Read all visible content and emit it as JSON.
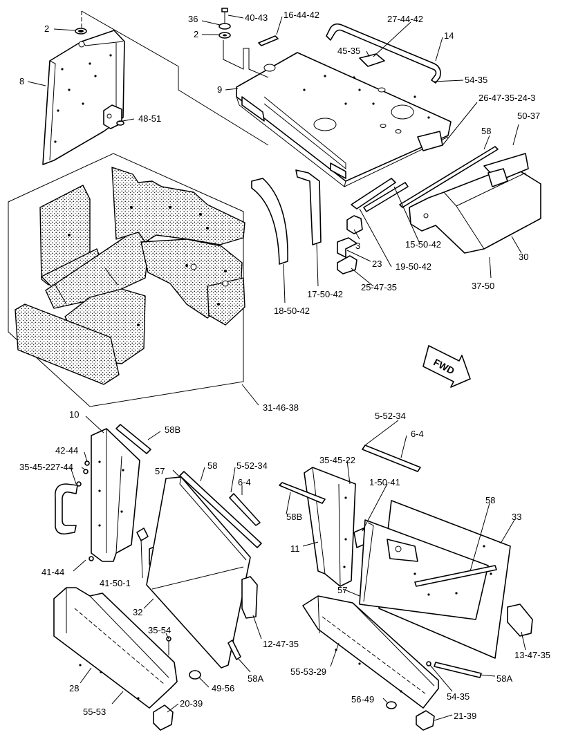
{
  "callouts": [
    {
      "id": "c1",
      "text": "2"
    },
    {
      "id": "c2",
      "text": "36"
    },
    {
      "id": "c3",
      "text": "2"
    },
    {
      "id": "c4",
      "text": "40-43"
    },
    {
      "id": "c5",
      "text": "16-44-42"
    },
    {
      "id": "c6",
      "text": "27-44-42"
    },
    {
      "id": "c7",
      "text": "14"
    },
    {
      "id": "c8",
      "text": "45-35"
    },
    {
      "id": "c9",
      "text": "8"
    },
    {
      "id": "c10",
      "text": "9"
    },
    {
      "id": "c11",
      "text": "54-35"
    },
    {
      "id": "c12",
      "text": "26-47-35-24-3"
    },
    {
      "id": "c13",
      "text": "50-37"
    },
    {
      "id": "c14",
      "text": "48-51"
    },
    {
      "id": "c15",
      "text": "58"
    },
    {
      "id": "c16",
      "text": "3"
    },
    {
      "id": "c17",
      "text": "15-50-42"
    },
    {
      "id": "c18",
      "text": "23"
    },
    {
      "id": "c19",
      "text": "19-50-42"
    },
    {
      "id": "c20",
      "text": "30"
    },
    {
      "id": "c21",
      "text": "25-47-35"
    },
    {
      "id": "c22",
      "text": "37-50"
    },
    {
      "id": "c23",
      "text": "17-50-42"
    },
    {
      "id": "c24",
      "text": "18-50-42"
    },
    {
      "id": "c25",
      "text": "31-46-38"
    },
    {
      "id": "c26",
      "text": "10"
    },
    {
      "id": "c27",
      "text": "5-52-34"
    },
    {
      "id": "c28",
      "text": "58B"
    },
    {
      "id": "c29",
      "text": "6-4"
    },
    {
      "id": "c30",
      "text": "42-44"
    },
    {
      "id": "c31",
      "text": "7-44"
    },
    {
      "id": "c32",
      "text": "35-45-22"
    },
    {
      "id": "c33",
      "text": "57"
    },
    {
      "id": "c34",
      "text": "58"
    },
    {
      "id": "c35",
      "text": "5-52-34"
    },
    {
      "id": "c36",
      "text": "6-4"
    },
    {
      "id": "c37",
      "text": "35-45-22"
    },
    {
      "id": "c38",
      "text": "1-50-41"
    },
    {
      "id": "c39",
      "text": "58B"
    },
    {
      "id": "c40",
      "text": "58"
    },
    {
      "id": "c41",
      "text": "33"
    },
    {
      "id": "c42",
      "text": "11"
    },
    {
      "id": "c43",
      "text": "41-44"
    },
    {
      "id": "c44",
      "text": "41-50-1"
    },
    {
      "id": "c45",
      "text": "57"
    },
    {
      "id": "c46",
      "text": "32"
    },
    {
      "id": "c47",
      "text": "35-54"
    },
    {
      "id": "c48",
      "text": "12-47-35"
    },
    {
      "id": "c49",
      "text": "13-47-35"
    },
    {
      "id": "c50",
      "text": "55-53-29"
    },
    {
      "id": "c51",
      "text": "58A"
    },
    {
      "id": "c52",
      "text": "58A"
    },
    {
      "id": "c53",
      "text": "28"
    },
    {
      "id": "c54",
      "text": "49-56"
    },
    {
      "id": "c55",
      "text": "54-35"
    },
    {
      "id": "c56",
      "text": "55-53"
    },
    {
      "id": "c57",
      "text": "20-39"
    },
    {
      "id": "c58",
      "text": "56-49"
    },
    {
      "id": "c59",
      "text": "21-39"
    }
  ],
  "forward_arrow": {
    "label": "FWD"
  }
}
